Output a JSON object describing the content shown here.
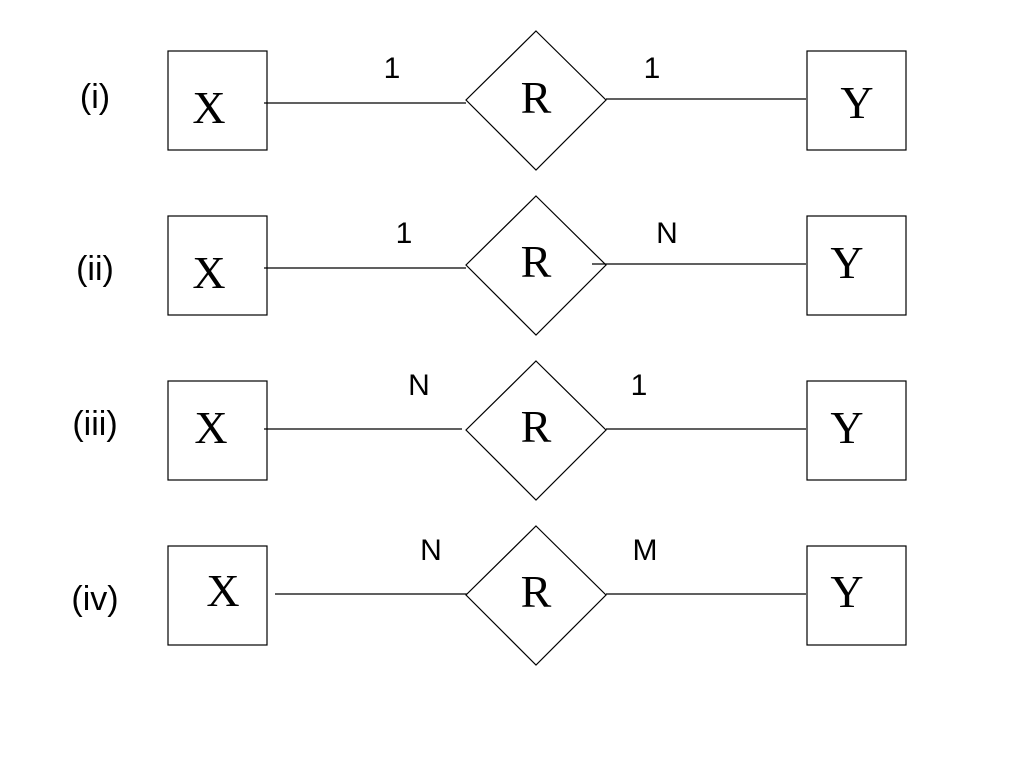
{
  "rows": [
    {
      "label": "(i)",
      "left_entity": "X",
      "relationship": "R",
      "right_entity": "Y",
      "left_cardinality": "1",
      "right_cardinality": "1"
    },
    {
      "label": "(ii)",
      "left_entity": "X",
      "relationship": "R",
      "right_entity": "Y",
      "left_cardinality": "1",
      "right_cardinality": "N"
    },
    {
      "label": "(iii)",
      "left_entity": "X",
      "relationship": "R",
      "right_entity": "Y",
      "left_cardinality": "N",
      "right_cardinality": "1"
    },
    {
      "label": "(iv)",
      "left_entity": "X",
      "relationship": "R",
      "right_entity": "Y",
      "left_cardinality": "N",
      "right_cardinality": "M"
    }
  ]
}
